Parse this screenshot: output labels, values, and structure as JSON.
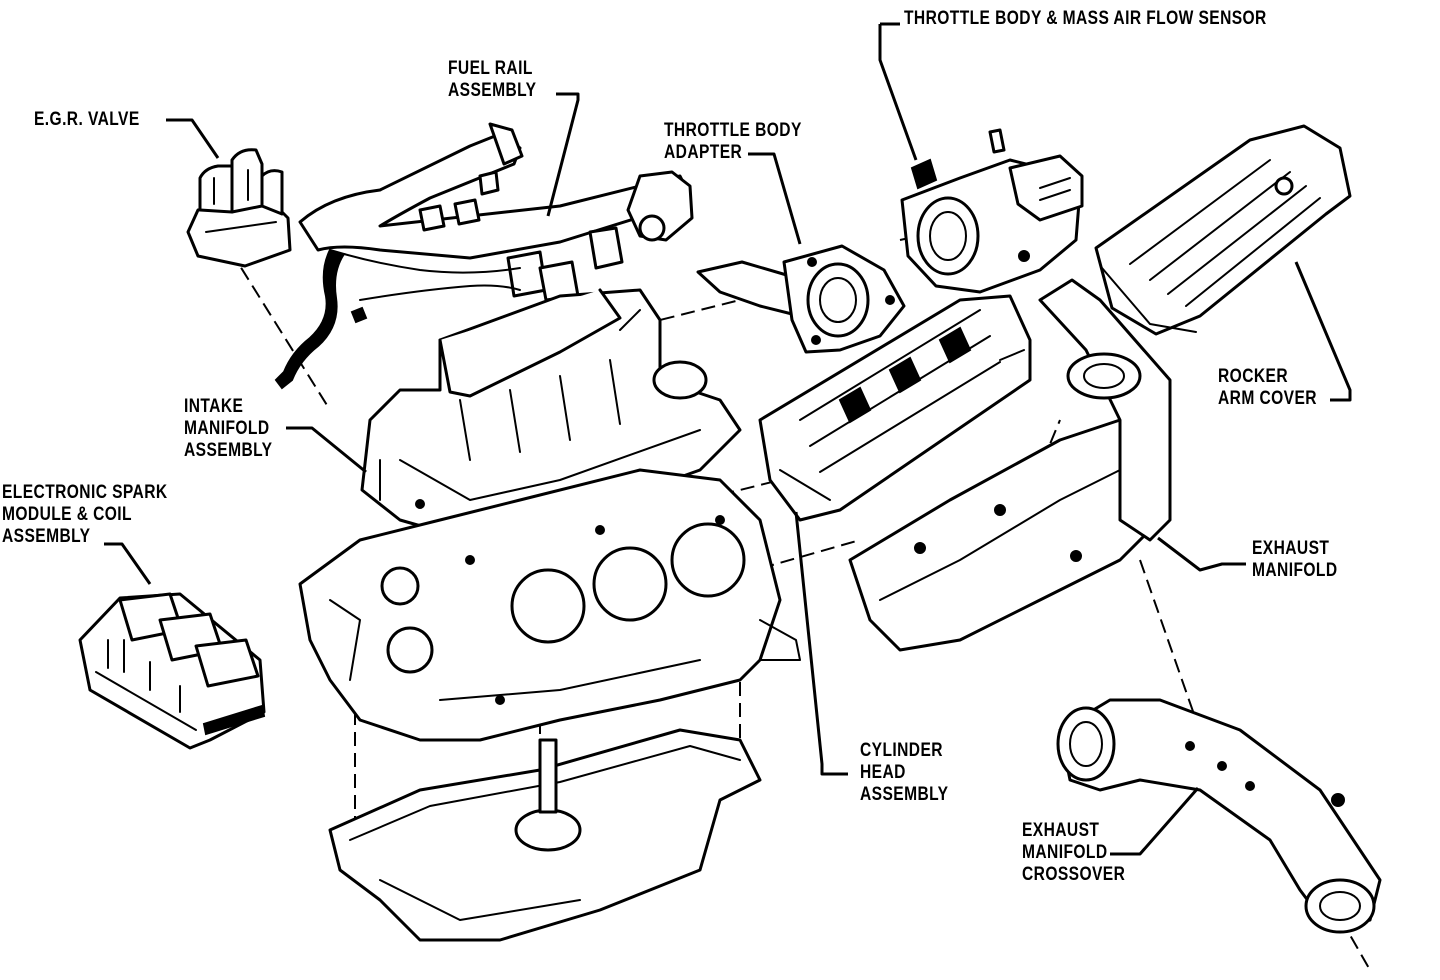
{
  "labels": {
    "throttle_body_maf": [
      "THROTTLE BODY & MASS AIR FLOW SENSOR"
    ],
    "fuel_rail": [
      "FUEL RAIL",
      "ASSEMBLY"
    ],
    "egr_valve": [
      "E.G.R. VALVE"
    ],
    "throttle_body_adapter": [
      "THROTTLE BODY",
      "ADAPTER"
    ],
    "rocker_arm_cover": [
      "ROCKER",
      "ARM COVER"
    ],
    "intake_manifold": [
      "INTAKE",
      "MANIFOLD",
      "ASSEMBLY"
    ],
    "spark_module": [
      "ELECTRONIC SPARK",
      "MODULE & COIL",
      "ASSEMBLY"
    ],
    "exhaust_manifold": [
      "EXHAUST",
      "MANIFOLD"
    ],
    "cylinder_head": [
      "CYLINDER",
      "HEAD",
      "ASSEMBLY"
    ],
    "exhaust_crossover": [
      "EXHAUST",
      "MANIFOLD",
      "CROSSOVER"
    ]
  },
  "colors": {
    "ink": "#000000",
    "paper": "#ffffff"
  }
}
